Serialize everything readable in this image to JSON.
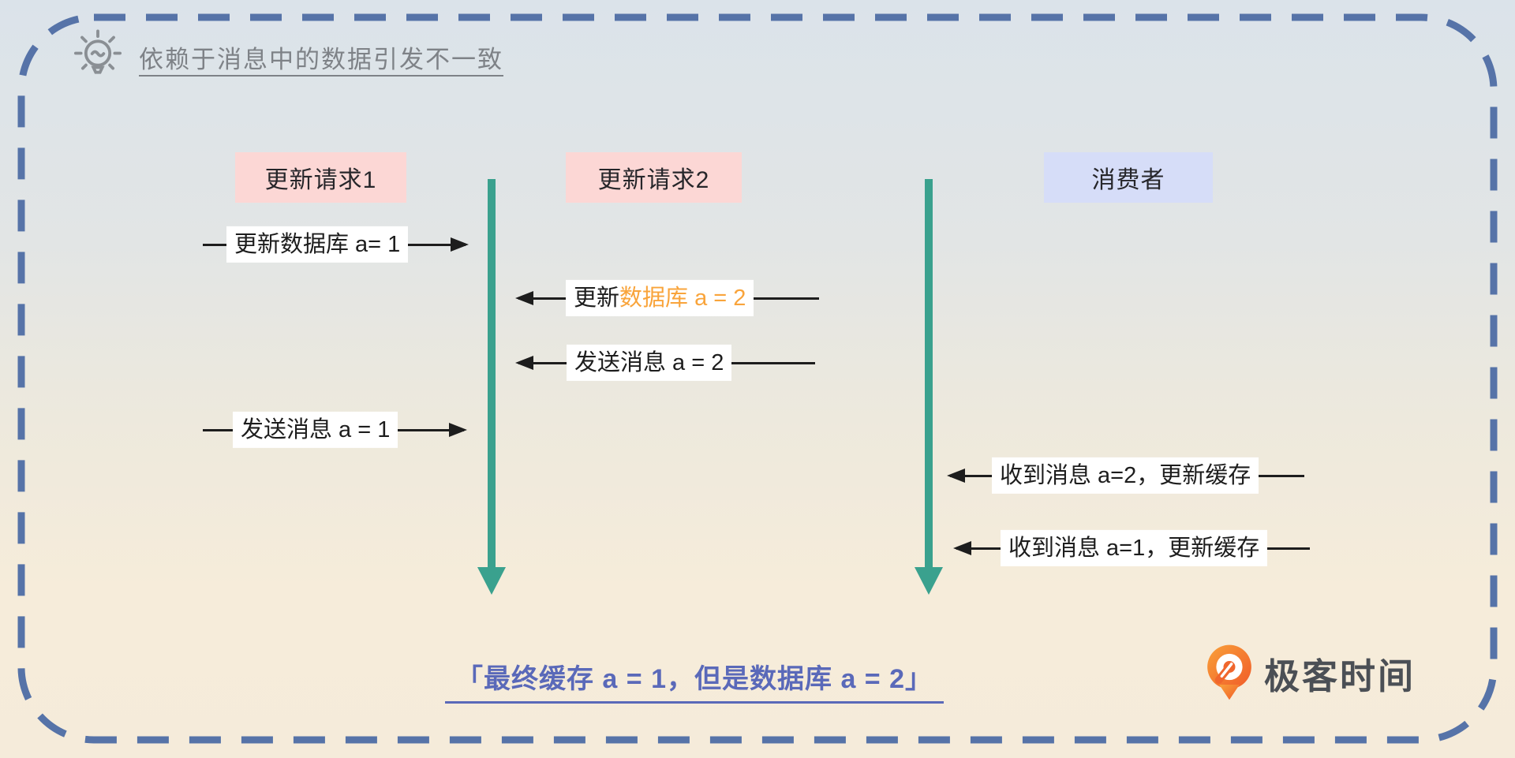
{
  "title": {
    "text": "依赖于消息中的数据引发不一致"
  },
  "icons": {
    "lightbulb": "lightbulb-icon",
    "logo_mark": "geektime-logo-icon",
    "timeline_arrow": "down-arrow",
    "message_arrow": "horizontal-arrow"
  },
  "lanes": [
    {
      "label": "更新请求1",
      "color": "#fcd7d5"
    },
    {
      "label": "更新请求2",
      "color": "#fcd7d5"
    },
    {
      "label": "消费者",
      "color": "#d6ddf8"
    }
  ],
  "messages": [
    {
      "text": "更新数据库 a= 1",
      "direction": "right"
    },
    {
      "text_prefix": "更新",
      "text_highlight": "数据库 a = 2",
      "direction": "left",
      "highlight_color": "#f9a43b"
    },
    {
      "text": "发送消息 a = 2",
      "direction": "left"
    },
    {
      "text": "发送消息 a = 1",
      "direction": "right"
    },
    {
      "text": "收到消息 a=2，更新缓存",
      "direction": "left"
    },
    {
      "text": "收到消息 a=1，更新缓存",
      "direction": "left"
    }
  ],
  "conclusion": {
    "text": "「最终缓存 a = 1，但是数据库 a = 2」",
    "color": "#5a69b9"
  },
  "logo": {
    "text": "极客时间"
  },
  "colors": {
    "background_top": "#dbe3ea",
    "background_bottom": "#f5ebda",
    "border": "#5673a8",
    "timeline": "#3aa18e",
    "arrow_line": "#1d1d1d",
    "title_gray": "#7e8287"
  }
}
